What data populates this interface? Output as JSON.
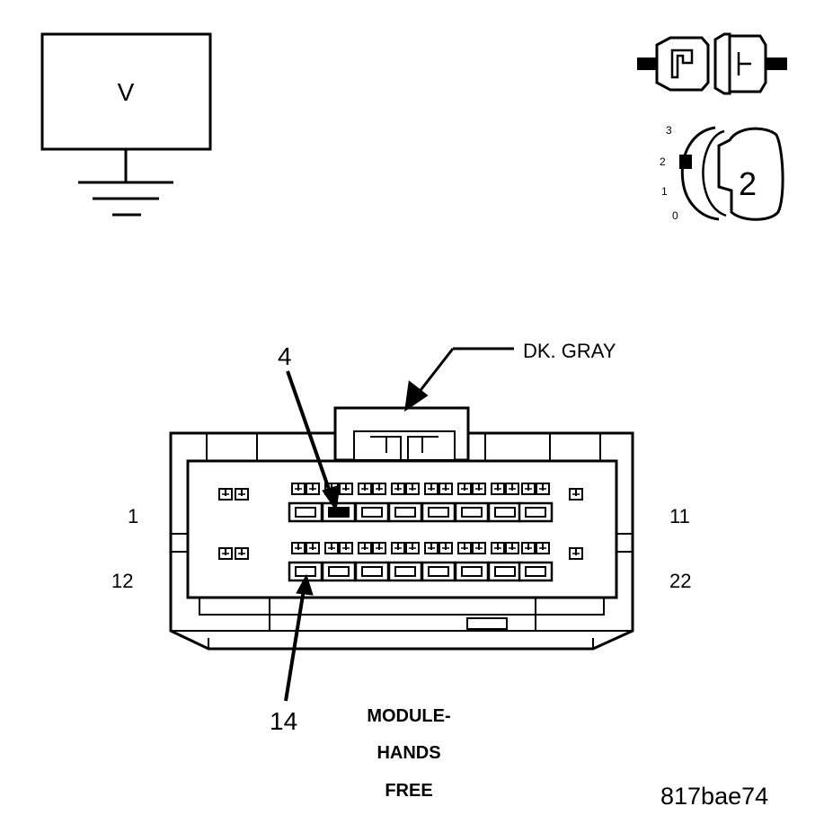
{
  "voltmeter": {
    "symbol": "V"
  },
  "ignition": {
    "positions": [
      "3",
      "2",
      "1",
      "0"
    ],
    "selected_position": "2",
    "key_label": "2",
    "icons": [
      "connector-disconnect-icon",
      "ignition-key-icon"
    ]
  },
  "connector": {
    "color_label": "DK. GRAY",
    "pin_callouts": {
      "top": "4",
      "bottom": "14"
    },
    "row_labels": {
      "top_left": "1",
      "top_right": "11",
      "bottom_left": "12",
      "bottom_right": "22"
    },
    "name_lines": [
      "MODULE-",
      "HANDS",
      "FREE"
    ]
  },
  "figure_id": "817bae74"
}
